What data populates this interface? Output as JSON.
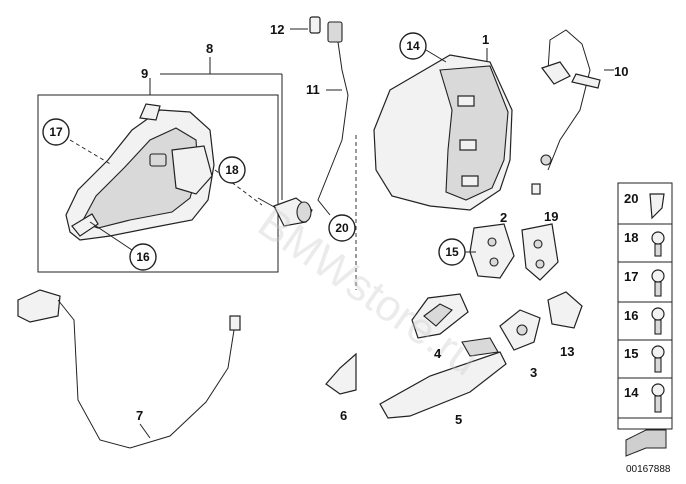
{
  "diagram": {
    "callouts": {
      "p1": "1",
      "p2": "2",
      "p3": "3",
      "p4": "4",
      "p5": "5",
      "p6": "6",
      "p7": "7",
      "p8": "8",
      "p9": "9",
      "p10": "10",
      "p11": "11",
      "p12": "12",
      "p13": "13",
      "p14": "14",
      "p15": "15",
      "p16": "16",
      "p17": "17",
      "p18": "18",
      "p19": "19",
      "p20": "20"
    },
    "fastener_panel": [
      "20",
      "18",
      "17",
      "16",
      "15",
      "14"
    ],
    "watermark": "BMWstore.ru",
    "reference_number": "00167888"
  }
}
